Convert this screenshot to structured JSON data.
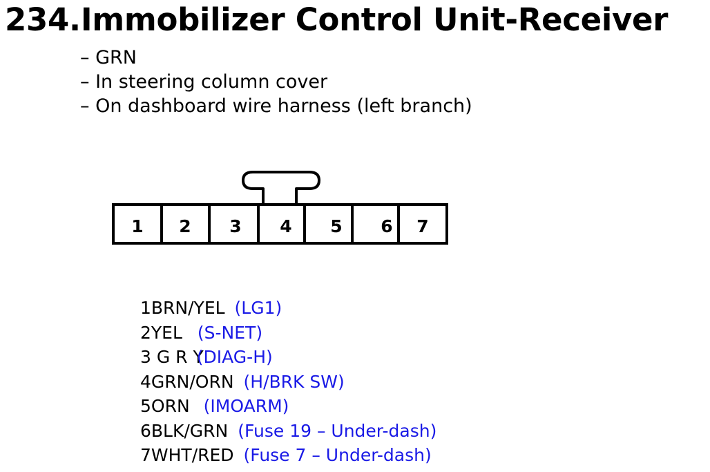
{
  "title": "234.Immobilizer Control Unit-Receiver",
  "details": [
    "– GRN",
    "– In steering column cover",
    "– On dashboard wire harness (left branch)"
  ],
  "connector": {
    "pin_numbers": [
      "1",
      "2",
      "3",
      "4",
      "5",
      "6",
      "7"
    ]
  },
  "pins": [
    {
      "wire": "1BRN/YEL",
      "circuit": "(LG1)"
    },
    {
      "wire": "2YEL",
      "circuit": "(S-NET)"
    },
    {
      "wire": "3 G R Y",
      "circuit": "(DIAG-H)"
    },
    {
      "wire": "4GRN/ORN",
      "circuit": "(H/BRK SW)"
    },
    {
      "wire": "5ORN",
      "circuit": "(IMOARM)"
    },
    {
      "wire": "6BLK/GRN",
      "circuit": "(Fuse 19 – Under-dash)"
    },
    {
      "wire": "7WHT/RED",
      "circuit": "(Fuse 7 – Under-dash)"
    }
  ],
  "colors": {
    "circuit_text": "#1a1ae6",
    "text": "#000000"
  }
}
